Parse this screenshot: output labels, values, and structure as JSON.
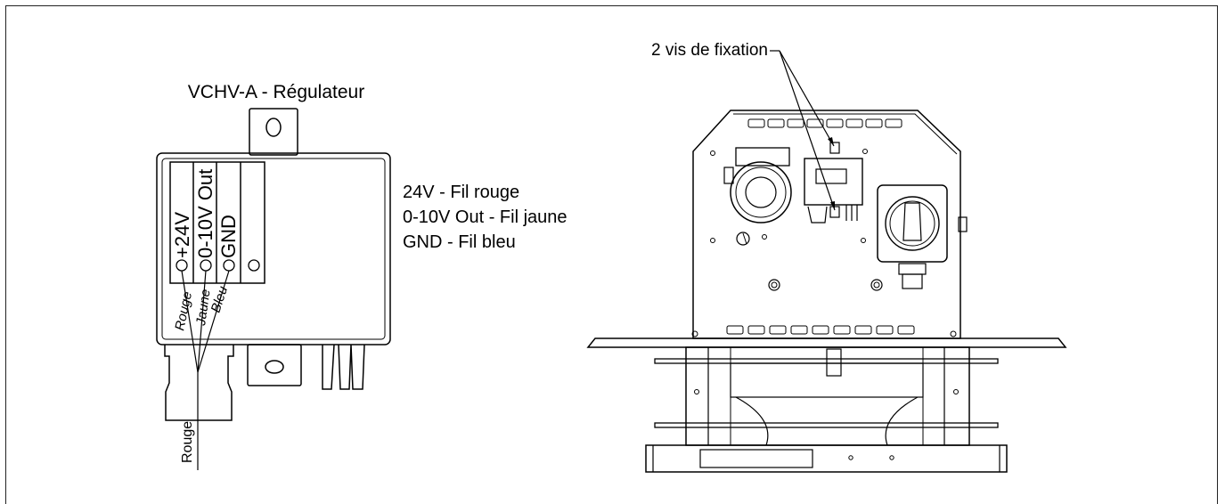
{
  "regulator": {
    "title": "VCHV-A - Régulateur",
    "terminals": [
      "+24V",
      "0-10V Out",
      "GND"
    ],
    "wire_labels": [
      "Rouge",
      "Jaune",
      "Bleu"
    ],
    "cable_label": "Rouge",
    "legend": [
      "24V - Fil rouge",
      "0-10V Out - Fil jaune",
      "GND - Fil bleu"
    ]
  },
  "unit": {
    "callout": "2 vis de fixation"
  }
}
